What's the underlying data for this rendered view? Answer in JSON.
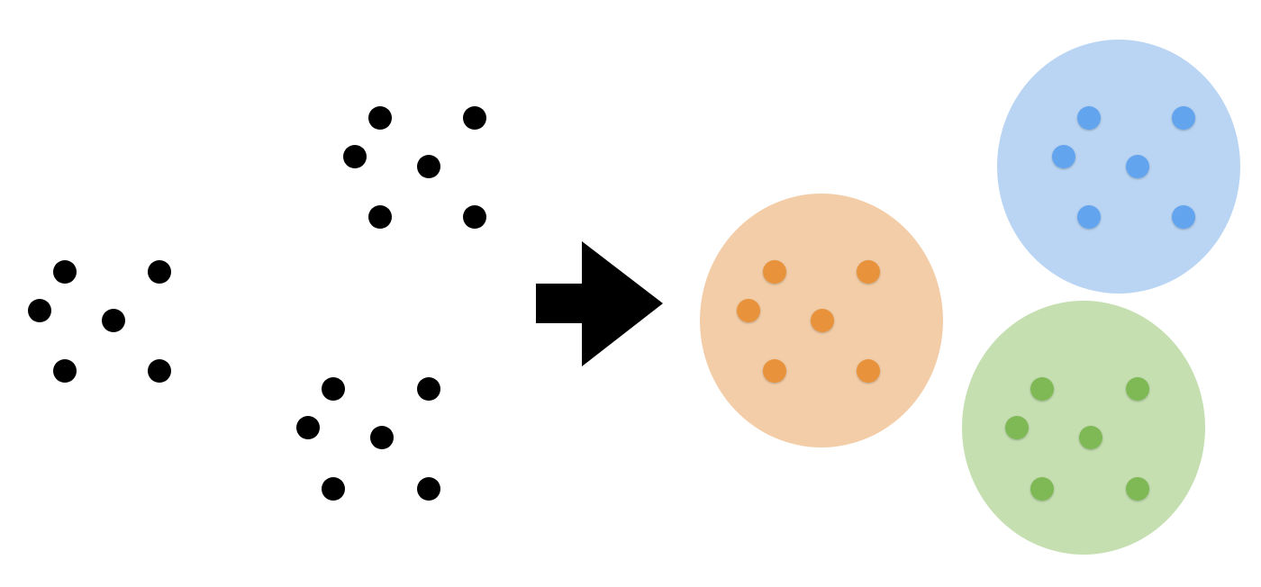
{
  "diagram": {
    "colors": {
      "unclustered_point": "#000000",
      "arrow": "#000000",
      "cluster_orange_fill": "#f2cda7",
      "cluster_orange_point": "#e8923a",
      "cluster_blue_fill": "#b9d5f3",
      "cluster_blue_point": "#62a4ee",
      "cluster_green_fill": "#c5dfb1",
      "cluster_green_point": "#7fb956",
      "background": "#ffffff"
    },
    "icons": {
      "arrow": "right-arrow-icon"
    },
    "groups": {
      "before": {
        "clusters": 3,
        "points_per_cluster": 6
      },
      "after": {
        "clusters": 3,
        "points_per_cluster": 6
      }
    }
  }
}
